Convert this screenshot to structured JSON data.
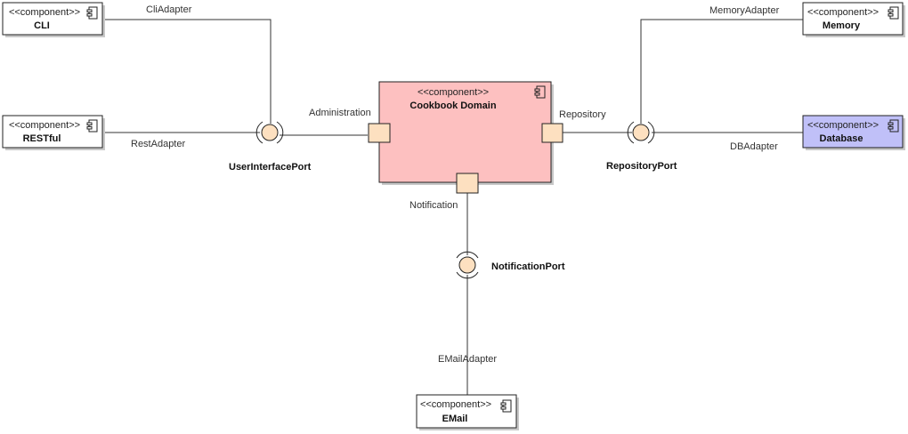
{
  "diagram": {
    "components": {
      "cli": {
        "stereotype": "<<component>>",
        "name": "CLI"
      },
      "restful": {
        "stereotype": "<<component>>",
        "name": "RESTful"
      },
      "cookbook": {
        "stereotype": "<<component>>",
        "name": "Cookbook Domain"
      },
      "memory": {
        "stereotype": "<<component>>",
        "name": "Memory"
      },
      "database": {
        "stereotype": "<<component>>",
        "name": "Database"
      },
      "email": {
        "stereotype": "<<component>>",
        "name": "EMail"
      }
    },
    "ports": {
      "administration": "Administration",
      "repository": "Repository",
      "notification": "Notification"
    },
    "interfaces": {
      "user_interface_port": "UserInterfacePort",
      "repository_port": "RepositoryPort",
      "notification_port": "NotificationPort"
    },
    "connectors": {
      "cli_adapter": "CliAdapter",
      "rest_adapter": "RestAdapter",
      "memory_adapter": "MemoryAdapter",
      "db_adapter": "DBAdapter",
      "email_adapter": "EMailAdapter"
    },
    "colors": {
      "domain_fill": "#fdc0c0",
      "database_fill": "#c0c0f8",
      "port_fill": "#fde0c0",
      "component_fill": "#ffffff"
    }
  }
}
